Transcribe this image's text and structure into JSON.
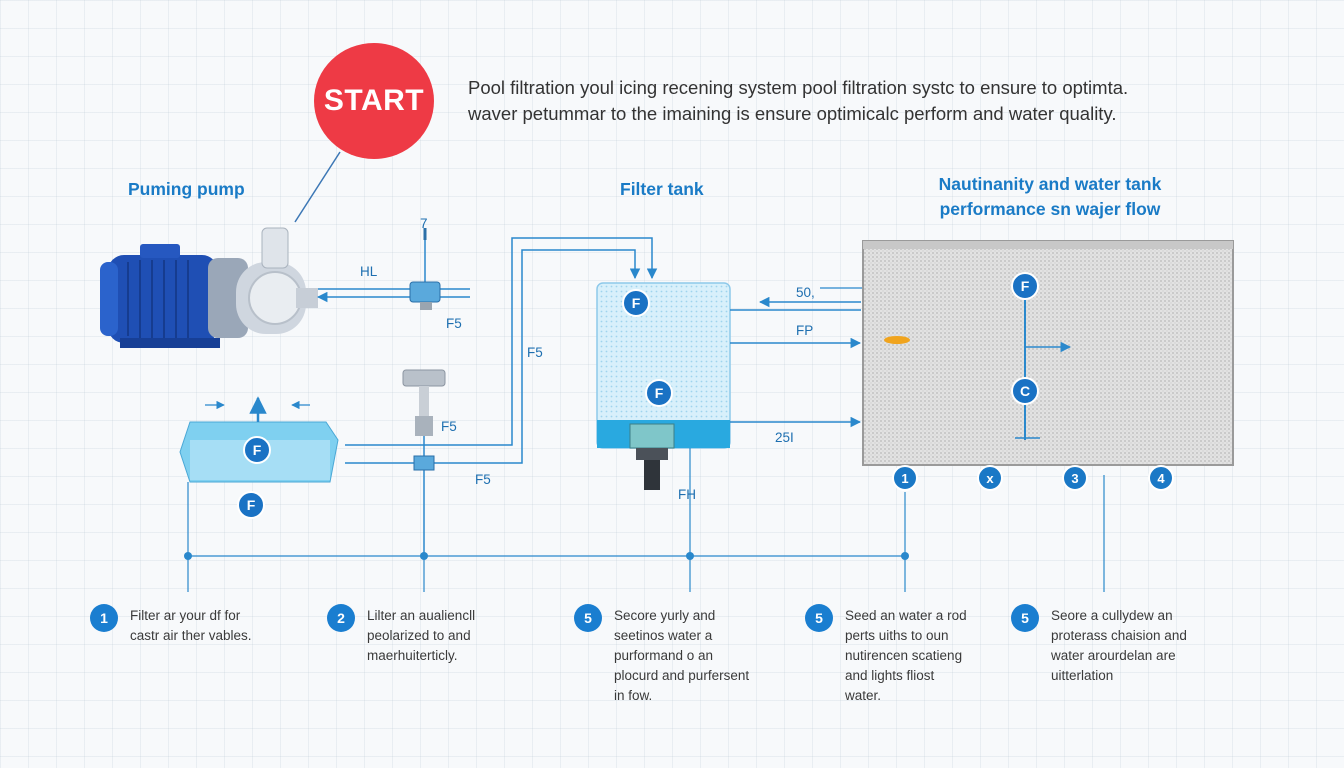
{
  "start_label": "START",
  "intro": {
    "line1": "Pool filtration youl icing recening system pool filtration systc to ensure to optimta.",
    "line2": "waver petummar to the imaining is ensure optimicalc perform and water quality."
  },
  "sections": {
    "pump_title": "Puming pump",
    "filter_title": "Filter tank",
    "right_title_line1": "Nautinanity and water tank",
    "right_title_line2": "performance sn wajer flow"
  },
  "labels": {
    "pump_top_marker": "7",
    "hl": "HL",
    "f5_a": "F5",
    "f5_b": "F5",
    "f5_c": "F5",
    "f5_d": "F5",
    "fh": "FH",
    "val_50": "50,",
    "fp": "FP",
    "val_25": "25I"
  },
  "markers": {
    "f_filter_top": "F",
    "f_filter_mid": "F",
    "f_vessel": "F",
    "f_below_vessel": "F",
    "f_tank_top": "F",
    "c_tank": "C"
  },
  "tank_numbers": [
    "1",
    "x",
    "3",
    "4"
  ],
  "steps": [
    {
      "num": "1",
      "lines": [
        "Filter ar your df for",
        "castr air ther vables."
      ]
    },
    {
      "num": "2",
      "lines": [
        "Lilter an aualiencll",
        "peolarized to and",
        "maerhuiterticly."
      ]
    },
    {
      "num": "5",
      "lines": [
        "Secore yurly and",
        "seetinos water a",
        "purformand o an",
        "plocurd and purfersent",
        "in fow."
      ]
    },
    {
      "num": "5",
      "lines": [
        "Seed an water a rod",
        "perts uiths to oun",
        "nutirencen scatieng",
        "and lights fliost",
        "water."
      ]
    },
    {
      "num": "5",
      "lines": [
        "Seore a cullydew an",
        "proterass chaision and",
        "water arourdelan are",
        "uitterlation"
      ]
    }
  ],
  "colors": {
    "accent": "#1a7bc6",
    "start_red": "#ee3a45",
    "pump_blue": "#2350b8",
    "water_blue": "#5fc1ea",
    "pipe_blue": "#2a88cc"
  }
}
